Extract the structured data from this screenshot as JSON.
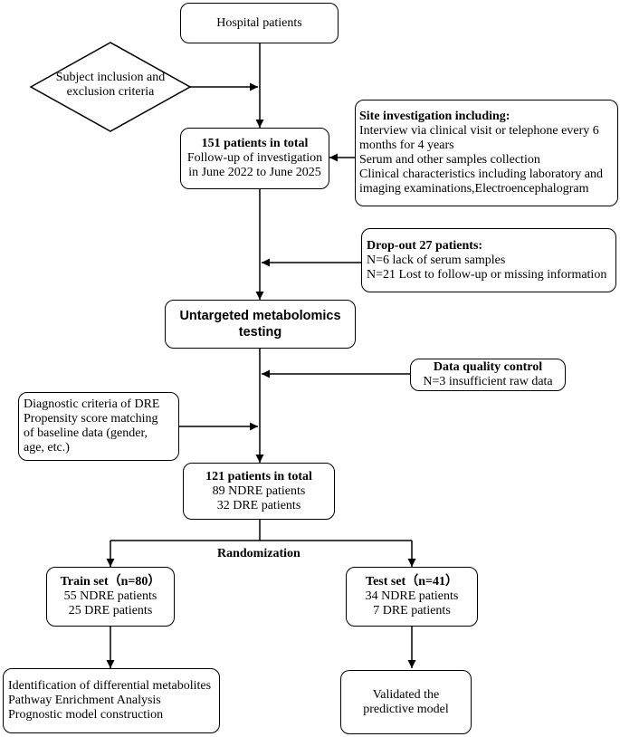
{
  "hospital": "Hospital patients",
  "criteria": [
    "Subject inclusion and",
    "exclusion criteria"
  ],
  "site": {
    "title": "Site investigation including:",
    "lines": [
      "Interview via clinical visit or telephone every 6",
      "months for 4 years",
      "Serum and other samples collection",
      "Clinical characteristics including laboratory and",
      "imaging examinations,Electroencephalogram"
    ]
  },
  "total151": {
    "title": "151 patients in total",
    "lines": [
      "Follow-up of investigation",
      "in June 2022 to June 2025"
    ]
  },
  "dropout": {
    "title": "Drop-out 27 patients:",
    "lines": [
      "N=6 lack of serum samples",
      "N=21 Lost to follow-up or missing information"
    ]
  },
  "untargeted": [
    "Untargeted metabolomics",
    "testing"
  ],
  "quality": {
    "title": "Data quality control",
    "lines": [
      "N=3 insufficient raw data"
    ]
  },
  "diagnostic": {
    "lines": [
      "Diagnostic criteria of DRE",
      "Propensity score matching",
      "of baseline data (gender,",
      "age, etc.)"
    ]
  },
  "total121": {
    "title": "121 patients in total",
    "lines": [
      "89 NDRE patients",
      "32 DRE patients"
    ]
  },
  "randomization": "Randomization",
  "train": {
    "title": "Train set（n=80）",
    "lines": [
      "55 NDRE patients",
      "25 DRE patients"
    ]
  },
  "test": {
    "title": "Test set（n=41）",
    "lines": [
      "34 NDRE patients",
      "7 DRE patients"
    ]
  },
  "train_out": {
    "lines": [
      "Identification of differential metabolites",
      "Pathway Enrichment Analysis",
      "Prognostic model construction"
    ]
  },
  "test_out": {
    "lines": [
      "Validated the",
      "predictive model"
    ]
  }
}
